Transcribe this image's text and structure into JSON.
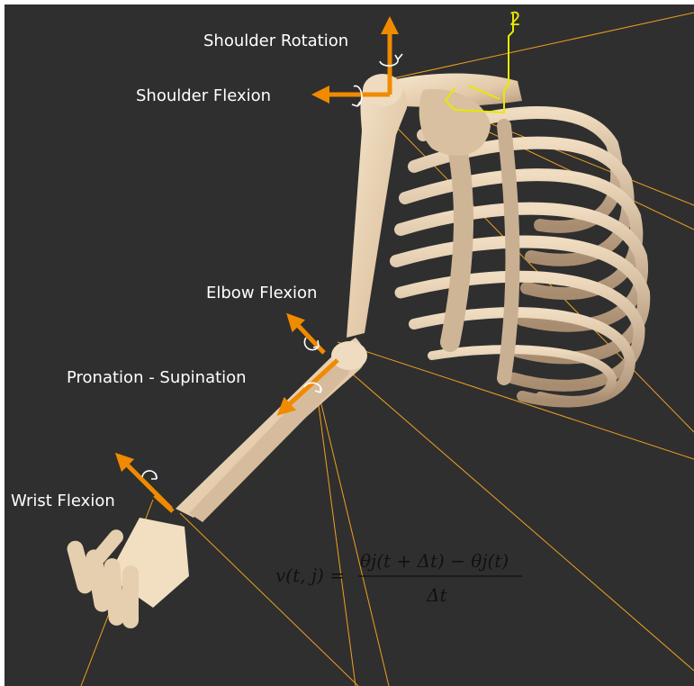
{
  "labels": {
    "shoulder_rotation": "Shoulder Rotation",
    "shoulder_flexion": "Shoulder Flexion",
    "elbow_flexion": "Elbow Flexion",
    "pronation_supination": "Pronation - Supination",
    "wrist_flexion": "Wrist Flexion"
  },
  "marker_label": "2",
  "formula": {
    "lhs": "v(t, j) =",
    "numerator": "θj(t + Δt) − θj(t)",
    "denominator": "Δt"
  },
  "colors": {
    "background": "#2f2f2f",
    "arrow": "#f08a00",
    "ray": "#f0a020",
    "bone": "#e8d2b4",
    "bone_shadow": "#b89c7e",
    "marker": "#e8e800",
    "text": "#ffffff"
  }
}
